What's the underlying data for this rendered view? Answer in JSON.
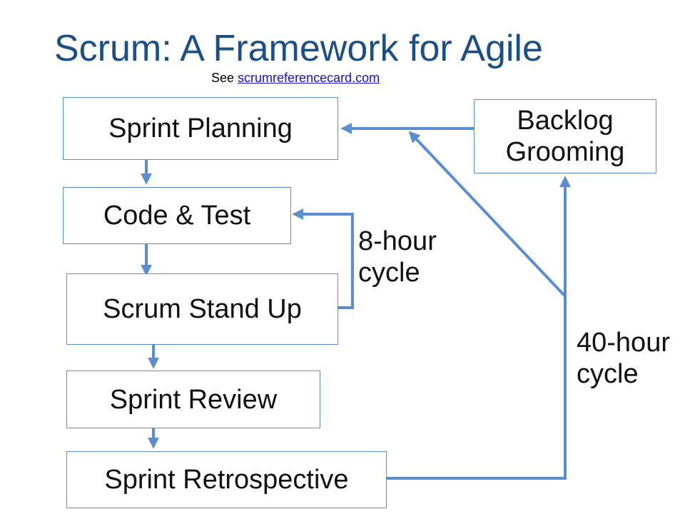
{
  "title": "Scrum: A Framework for Agile",
  "reference": {
    "prefix": "See",
    "link_text": "scrumreferencecard.com"
  },
  "steps": {
    "sprint_planning": "Sprint Planning",
    "code_test": "Code & Test",
    "standup": "Scrum Stand Up",
    "review": "Sprint Review",
    "retrospective": "Sprint Retrospective",
    "backlog_line1": "Backlog",
    "backlog_line2": "Grooming"
  },
  "cycles": {
    "short_line1": "8-hour",
    "short_line2": "cycle",
    "long_line1": "40-hour",
    "long_line2": "cycle"
  },
  "colors": {
    "title": "#1b4f86",
    "arrow": "#5b8ed0",
    "box_border": "#5d8dc6",
    "link": "#1a0dd8"
  }
}
